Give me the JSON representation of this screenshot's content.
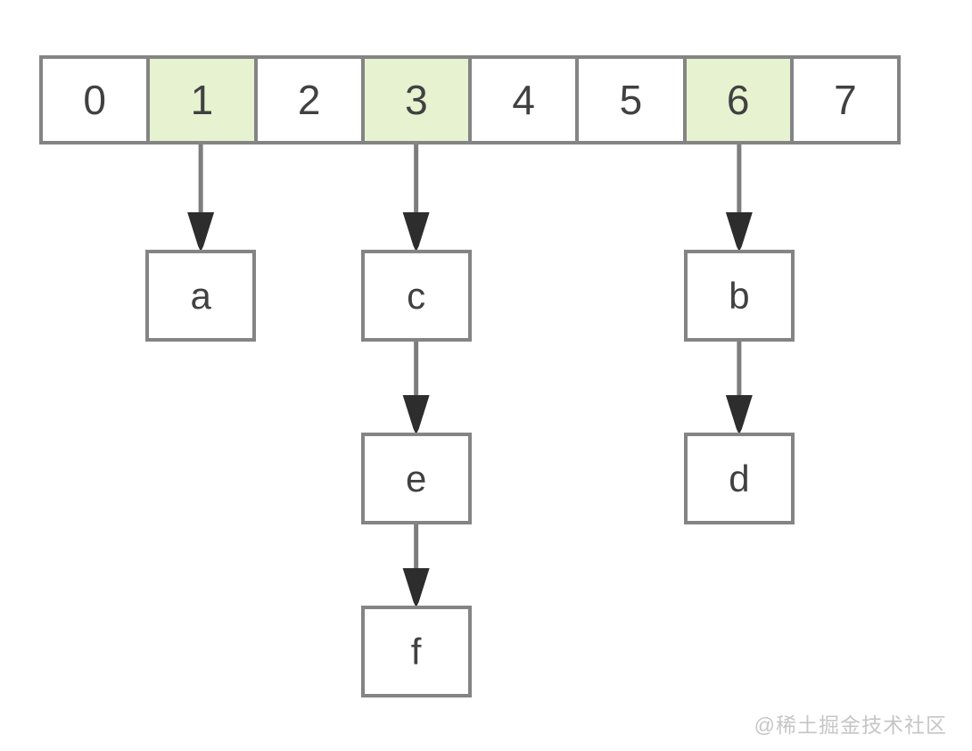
{
  "diagram": {
    "array": {
      "cells": [
        "0",
        "1",
        "2",
        "3",
        "4",
        "5",
        "6",
        "7"
      ],
      "highlighted_indices": [
        1,
        3,
        6
      ]
    },
    "chains": [
      {
        "from_index": 1,
        "nodes": [
          "a"
        ]
      },
      {
        "from_index": 3,
        "nodes": [
          "c",
          "e",
          "f"
        ]
      },
      {
        "from_index": 6,
        "nodes": [
          "b",
          "d"
        ]
      }
    ],
    "colors": {
      "box_border": "#848484",
      "arrow_line": "#7d7d7d",
      "arrow_head": "#2d2d2d",
      "text": "#414141",
      "highlight": "#e6f2d0",
      "watermark": "#c6c6c6"
    }
  },
  "watermark": {
    "text": "@稀土掘金技术社区"
  }
}
